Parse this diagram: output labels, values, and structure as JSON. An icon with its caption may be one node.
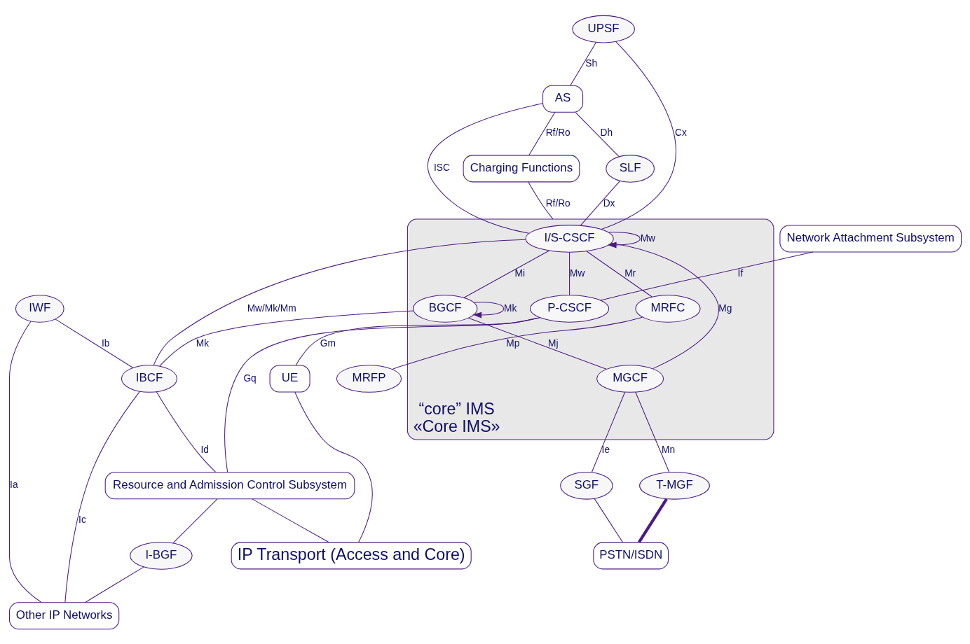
{
  "diagram": {
    "nodes": [
      {
        "text": [
          "AS"
        ]
      },
      {
        "text": [
          "Charging Functions"
        ]
      },
      {
        "text": [
          "Network Attachment Subsystem"
        ]
      },
      {
        "text": [
          "UPSF"
        ]
      },
      {
        "text": [
          "SLF"
        ]
      },
      {
        "text": [
          "“core” IMS",
          "«Core IMS»"
        ]
      },
      {
        "text": [
          "I/S-CSCF"
        ],
        "in": 5
      },
      {
        "text": [
          "BGCF"
        ],
        "in": 5
      },
      {
        "text": [
          "P-CSCF"
        ],
        "in": 5
      },
      {
        "text": [
          "MRFC"
        ],
        "in": 5
      },
      {
        "text": [
          "MGCF"
        ],
        "in": 5
      },
      {
        "text": [
          "IWF"
        ]
      },
      {
        "text": [
          "IBCF"
        ]
      },
      {
        "text": [
          "Other IP Networks"
        ]
      },
      {
        "text": [
          "SGF"
        ]
      },
      {
        "text": [
          "PSTN/ISDN"
        ]
      },
      {
        "text": [
          "Resource and Admission Control Subsystem"
        ]
      },
      {
        "text": [
          "MRFP"
        ]
      },
      {
        "text": [
          "T-MGF"
        ]
      },
      {
        "text": [
          "UE"
        ]
      },
      {
        "text": [
          "IP Transport (Access and Core)"
        ]
      },
      {
        "text": [
          "I-BGF"
        ]
      }
    ],
    "edges": [
      {
        "from": 0,
        "to": 1,
        "arrow": "none",
        "label": "Rf/Ro"
      },
      {
        "from": 3,
        "to": 0,
        "arrow": "none",
        "label": "Sh"
      },
      {
        "from": 0,
        "to": 6,
        "arrow": "none",
        "label": "ISC"
      },
      {
        "from": 0,
        "to": 4,
        "arrow": "none",
        "label": "Dh"
      },
      {
        "from": 3,
        "to": 6,
        "arrow": "none",
        "label": "Cx"
      },
      {
        "from": 4,
        "to": 6,
        "arrow": "none",
        "label": "Dx"
      },
      {
        "from": 1,
        "to": 5,
        "arrow": "none",
        "label": "Rf/Ro"
      },
      {
        "from": 6,
        "to": 6,
        "arrow": "to",
        "label": "Mw"
      },
      {
        "from": 6,
        "to": 12,
        "arrow": "none",
        "label": "Mw/Mk/Mm"
      },
      {
        "from": 7,
        "to": 12,
        "arrow": "none",
        "label": "Mk"
      },
      {
        "from": 6,
        "to": 7,
        "arrow": "none",
        "label": "Mi"
      },
      {
        "from": 7,
        "to": 7,
        "arrow": "to",
        "label": "Mk"
      },
      {
        "from": 6,
        "to": 8,
        "arrow": "none",
        "label": "Mw"
      },
      {
        "from": 6,
        "to": 9,
        "arrow": "none",
        "label": "Mr"
      },
      {
        "from": 6,
        "to": 10,
        "arrow": "none",
        "label": "Mg"
      },
      {
        "from": 7,
        "to": 10,
        "arrow": "none",
        "label": "Mj"
      },
      {
        "from": 2,
        "to": 8,
        "arrow": "none",
        "label": "If"
      },
      {
        "from": 11,
        "to": 12,
        "arrow": "none",
        "label": "Ib"
      },
      {
        "from": 11,
        "to": 13,
        "arrow": "none",
        "label": "Ia"
      },
      {
        "from": 12,
        "to": 13,
        "arrow": "none",
        "label": "Ic"
      },
      {
        "from": 12,
        "to": 16,
        "arrow": "none",
        "label": "Id"
      },
      {
        "from": 10,
        "to": 14,
        "arrow": "none",
        "label": "Ie"
      },
      {
        "from": 14,
        "to": 15,
        "arrow": "none"
      },
      {
        "from": 8,
        "to": 16,
        "arrow": "none",
        "label": "Gq"
      },
      {
        "from": 9,
        "to": 17,
        "arrow": "none",
        "label": "Mp"
      },
      {
        "from": 10,
        "to": 18,
        "arrow": "none",
        "label": "Mn"
      },
      {
        "from": 18,
        "to": 15,
        "arrow": "none",
        "style": "thick"
      },
      {
        "from": 8,
        "to": 19,
        "arrow": "none",
        "label": "Gm"
      },
      {
        "from": 19,
        "to": 20,
        "arrow": "none"
      },
      {
        "from": 16,
        "to": 20,
        "arrow": "none"
      },
      {
        "from": 16,
        "to": 21,
        "arrow": "none"
      },
      {
        "from": 21,
        "to": 13,
        "arrow": "none"
      }
    ]
  }
}
